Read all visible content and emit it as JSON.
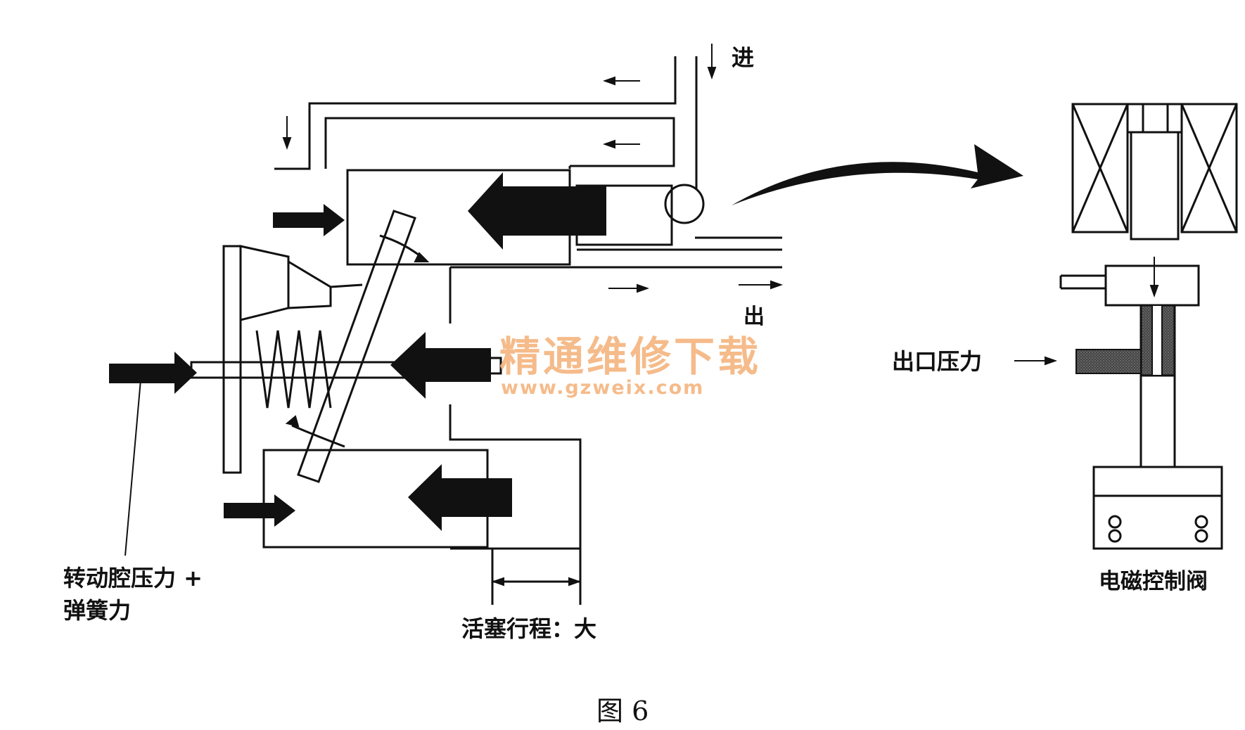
{
  "labels": {
    "inlet": "进",
    "outlet": "出",
    "outlet_pressure": "出口压力",
    "rotating_chamber_line1": "转动腔压力 +",
    "rotating_chamber_line2": "弹簧力",
    "piston_stroke": "活塞行程：大",
    "solenoid_valve": "电磁控制阀",
    "figure_caption": "图 6"
  },
  "watermark": {
    "brand": "精通维修下载",
    "url": "www.gzweix.com"
  },
  "colors": {
    "ink": "#111111",
    "watermark": "#f5b47e",
    "background": "#ffffff"
  }
}
